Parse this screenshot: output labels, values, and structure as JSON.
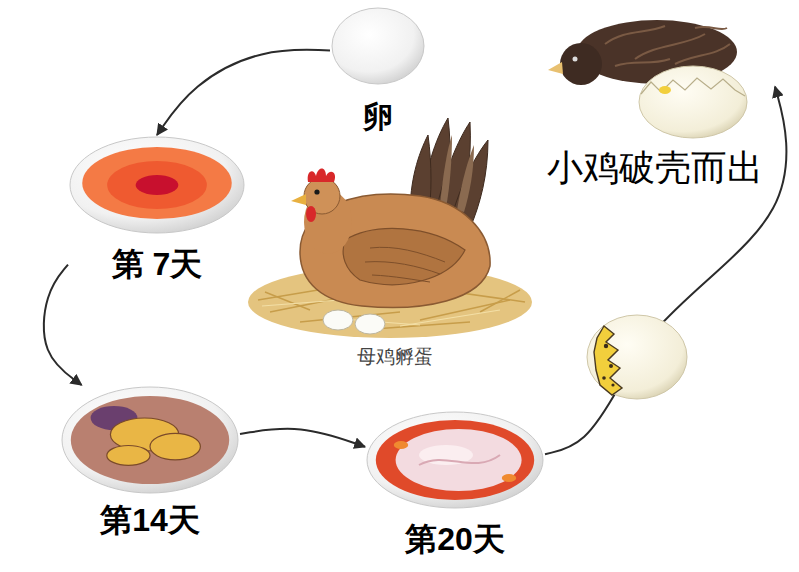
{
  "diagram": {
    "nodes": [
      {
        "text": [
          "卵"
        ]
      },
      {
        "text": [
          "第 7天"
        ]
      },
      {
        "text": [
          "第14天"
        ]
      },
      {
        "text": [
          "第20天"
        ]
      },
      {
        "text": [
          "小鸡破壳而出"
        ]
      }
    ],
    "edges": [
      {
        "from": 0,
        "to": 1,
        "arrow": "to"
      },
      {
        "from": 1,
        "to": 2,
        "arrow": "to"
      },
      {
        "from": 2,
        "to": 3,
        "arrow": "to"
      },
      {
        "from": 3,
        "to": 4,
        "arrow": "to"
      }
    ],
    "labels": [
      "母鸡孵蛋"
    ]
  }
}
